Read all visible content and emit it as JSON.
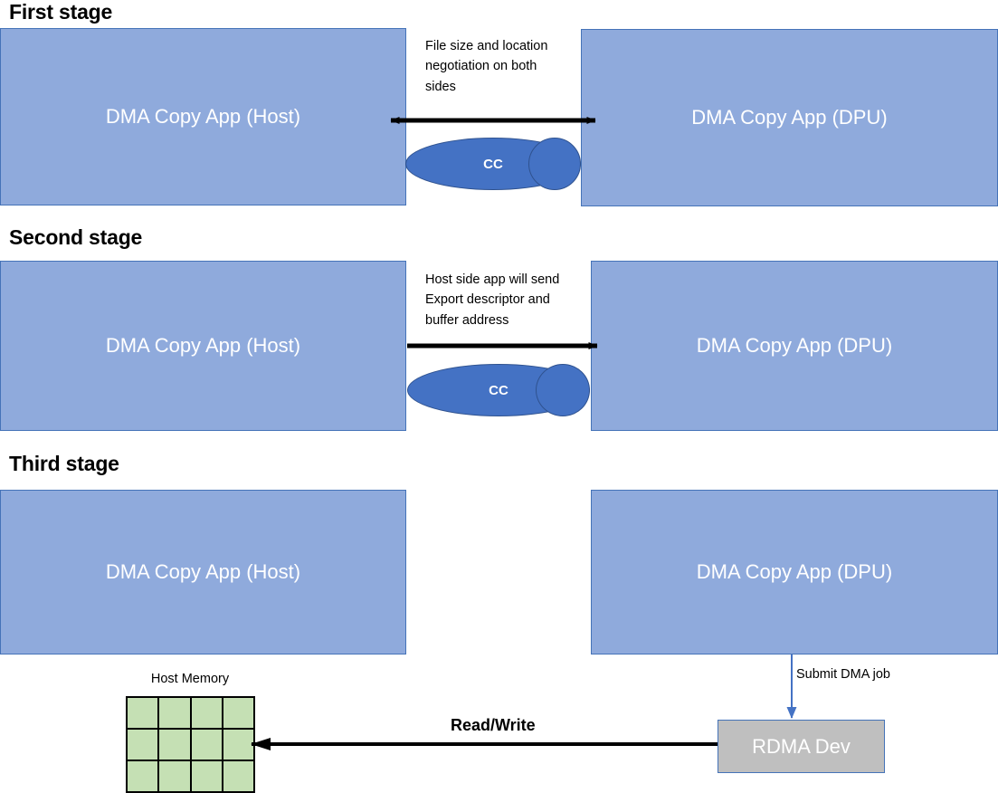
{
  "diagram": {
    "title_stage1": "First stage",
    "title_stage2": "Second stage",
    "title_stage3": "Third stage"
  },
  "stage1": {
    "host_box_label": "DMA Copy App (Host)",
    "dpu_box_label": "DMA Copy App (DPU)",
    "note": "File size and location negotiation on both sides",
    "cc_label": "CC"
  },
  "stage2": {
    "host_box_label": "DMA Copy App (Host)",
    "dpu_box_label": "DMA Copy App (DPU)",
    "note": "Host side app will send Export descriptor and buffer address",
    "cc_label": "CC"
  },
  "stage3": {
    "host_box_label": "DMA Copy App (Host)",
    "dpu_box_label": "DMA Copy App (DPU)",
    "memory_title": "Host Memory",
    "rdma_label": "RDMA Dev",
    "submit_label": "Submit DMA job",
    "readwrite_label": "Read/Write",
    "memory_grid": {
      "columns": 4,
      "rows": 3
    }
  },
  "colors": {
    "app_box_fill": "#8FAADC",
    "app_box_border": "#4573B8",
    "cc_fill": "#4472C4",
    "cc_border": "#2F528F",
    "memory_cell_fill": "#C5E0B4",
    "memory_cell_border": "#000000",
    "rdma_fill": "#BFBFBF",
    "rdma_border": "#4573B8",
    "arrow_black": "#000000",
    "arrow_blue": "#4472C4",
    "text_dark": "#000000",
    "text_light": "#FFFFFF"
  }
}
